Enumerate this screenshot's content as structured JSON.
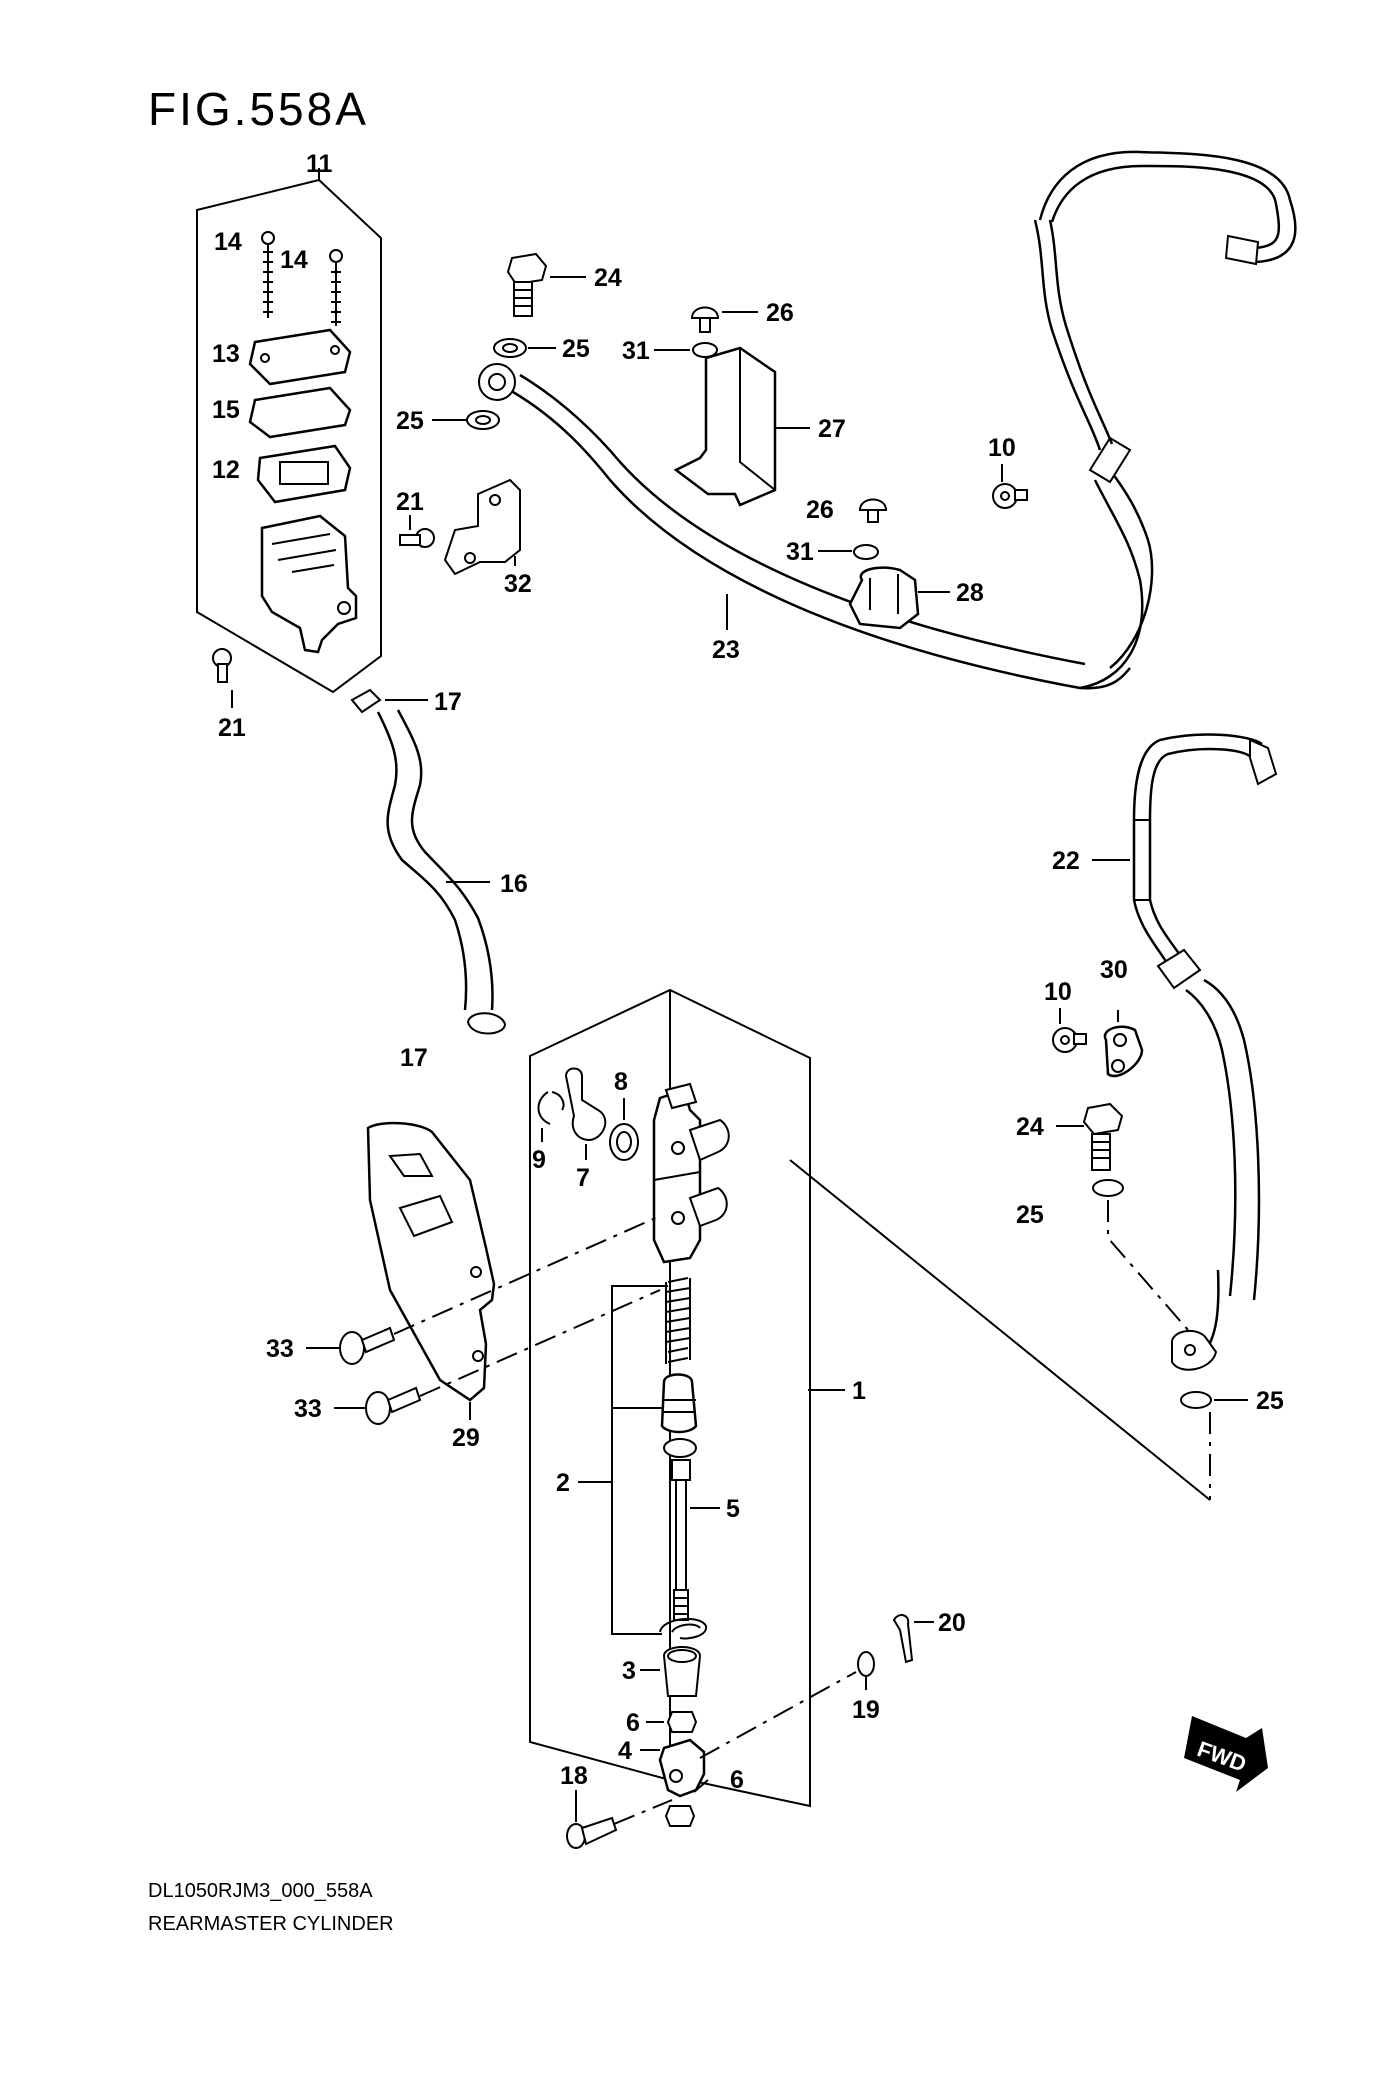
{
  "figure": {
    "title": "FIG.558A",
    "code": "DL1050RJM3_000_558A",
    "name": "REARMASTER CYLINDER",
    "direction_badge": "FWD"
  },
  "callouts": [
    {
      "id": "c1",
      "text": "1"
    },
    {
      "id": "c2",
      "text": "2"
    },
    {
      "id": "c3",
      "text": "3"
    },
    {
      "id": "c4",
      "text": "4"
    },
    {
      "id": "c5",
      "text": "5"
    },
    {
      "id": "c6a",
      "text": "6"
    },
    {
      "id": "c6b",
      "text": "6"
    },
    {
      "id": "c7",
      "text": "7"
    },
    {
      "id": "c8",
      "text": "8"
    },
    {
      "id": "c9",
      "text": "9"
    },
    {
      "id": "c10a",
      "text": "10"
    },
    {
      "id": "c10b",
      "text": "10"
    },
    {
      "id": "c11",
      "text": "11"
    },
    {
      "id": "c12",
      "text": "12"
    },
    {
      "id": "c13",
      "text": "13"
    },
    {
      "id": "c14a",
      "text": "14"
    },
    {
      "id": "c14b",
      "text": "14"
    },
    {
      "id": "c15",
      "text": "15"
    },
    {
      "id": "c16",
      "text": "16"
    },
    {
      "id": "c17a",
      "text": "17"
    },
    {
      "id": "c17b",
      "text": "17"
    },
    {
      "id": "c18",
      "text": "18"
    },
    {
      "id": "c19",
      "text": "19"
    },
    {
      "id": "c20",
      "text": "20"
    },
    {
      "id": "c21a",
      "text": "21"
    },
    {
      "id": "c21b",
      "text": "21"
    },
    {
      "id": "c22",
      "text": "22"
    },
    {
      "id": "c23",
      "text": "23"
    },
    {
      "id": "c24a",
      "text": "24"
    },
    {
      "id": "c24b",
      "text": "24"
    },
    {
      "id": "c25a",
      "text": "25"
    },
    {
      "id": "c25b",
      "text": "25"
    },
    {
      "id": "c25c",
      "text": "25"
    },
    {
      "id": "c25d",
      "text": "25"
    },
    {
      "id": "c26a",
      "text": "26"
    },
    {
      "id": "c26b",
      "text": "26"
    },
    {
      "id": "c27",
      "text": "27"
    },
    {
      "id": "c28",
      "text": "28"
    },
    {
      "id": "c29",
      "text": "29"
    },
    {
      "id": "c30",
      "text": "30"
    },
    {
      "id": "c31a",
      "text": "31"
    },
    {
      "id": "c31b",
      "text": "31"
    },
    {
      "id": "c32",
      "text": "32"
    },
    {
      "id": "c33a",
      "text": "33"
    },
    {
      "id": "c33b",
      "text": "33"
    }
  ]
}
